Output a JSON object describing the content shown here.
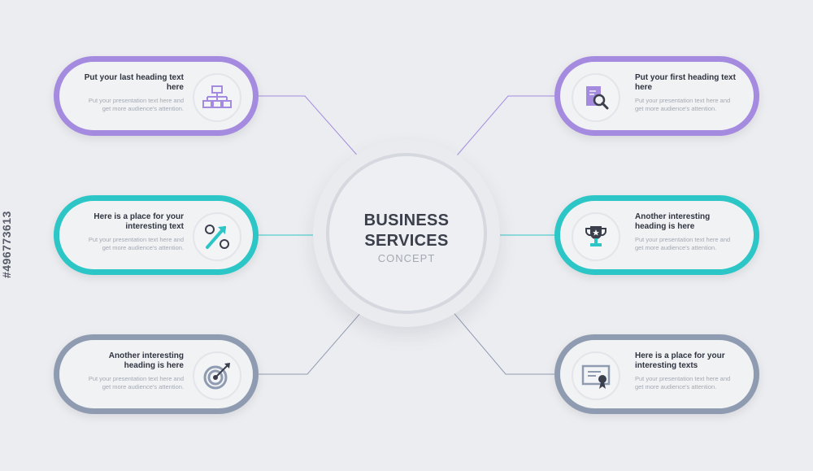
{
  "center": {
    "title_line1": "BUSINESS",
    "title_line2": "SERVICES",
    "subtitle": "CONCEPT"
  },
  "items": [
    {
      "heading": "Put your last heading text here",
      "text": "Put your presentation text here and get more audience's attention.",
      "icon": "flowchart-icon",
      "color": "#a58be0"
    },
    {
      "heading": "Here is a place for your interesting text",
      "text": "Put your presentation text here and get more audience's attention.",
      "icon": "growth-arrow-icon",
      "color": "#2cc6c6"
    },
    {
      "heading": "Another interesting heading is here",
      "text": "Put your presentation text here and get more audience's attention.",
      "icon": "target-icon",
      "color": "#8f9bb1"
    },
    {
      "heading": "Put your first heading text here",
      "text": "Put your presentation text here and get more audience's attention.",
      "icon": "document-search-icon",
      "color": "#a58be0"
    },
    {
      "heading": "Another interesting heading is here",
      "text": "Put your presentation text here and get more audience's attention.",
      "icon": "trophy-icon",
      "color": "#2cc6c6"
    },
    {
      "heading": "Here is a place for your interesting texts",
      "text": "Put your presentation text here and get more audience's attention.",
      "icon": "certificate-icon",
      "color": "#8f9bb1"
    }
  ],
  "stock_id": "#496773613",
  "colors": {
    "purple": "#a58be0",
    "teal": "#2cc6c6",
    "gray": "#8f9bb1",
    "background": "#ecedf0"
  }
}
